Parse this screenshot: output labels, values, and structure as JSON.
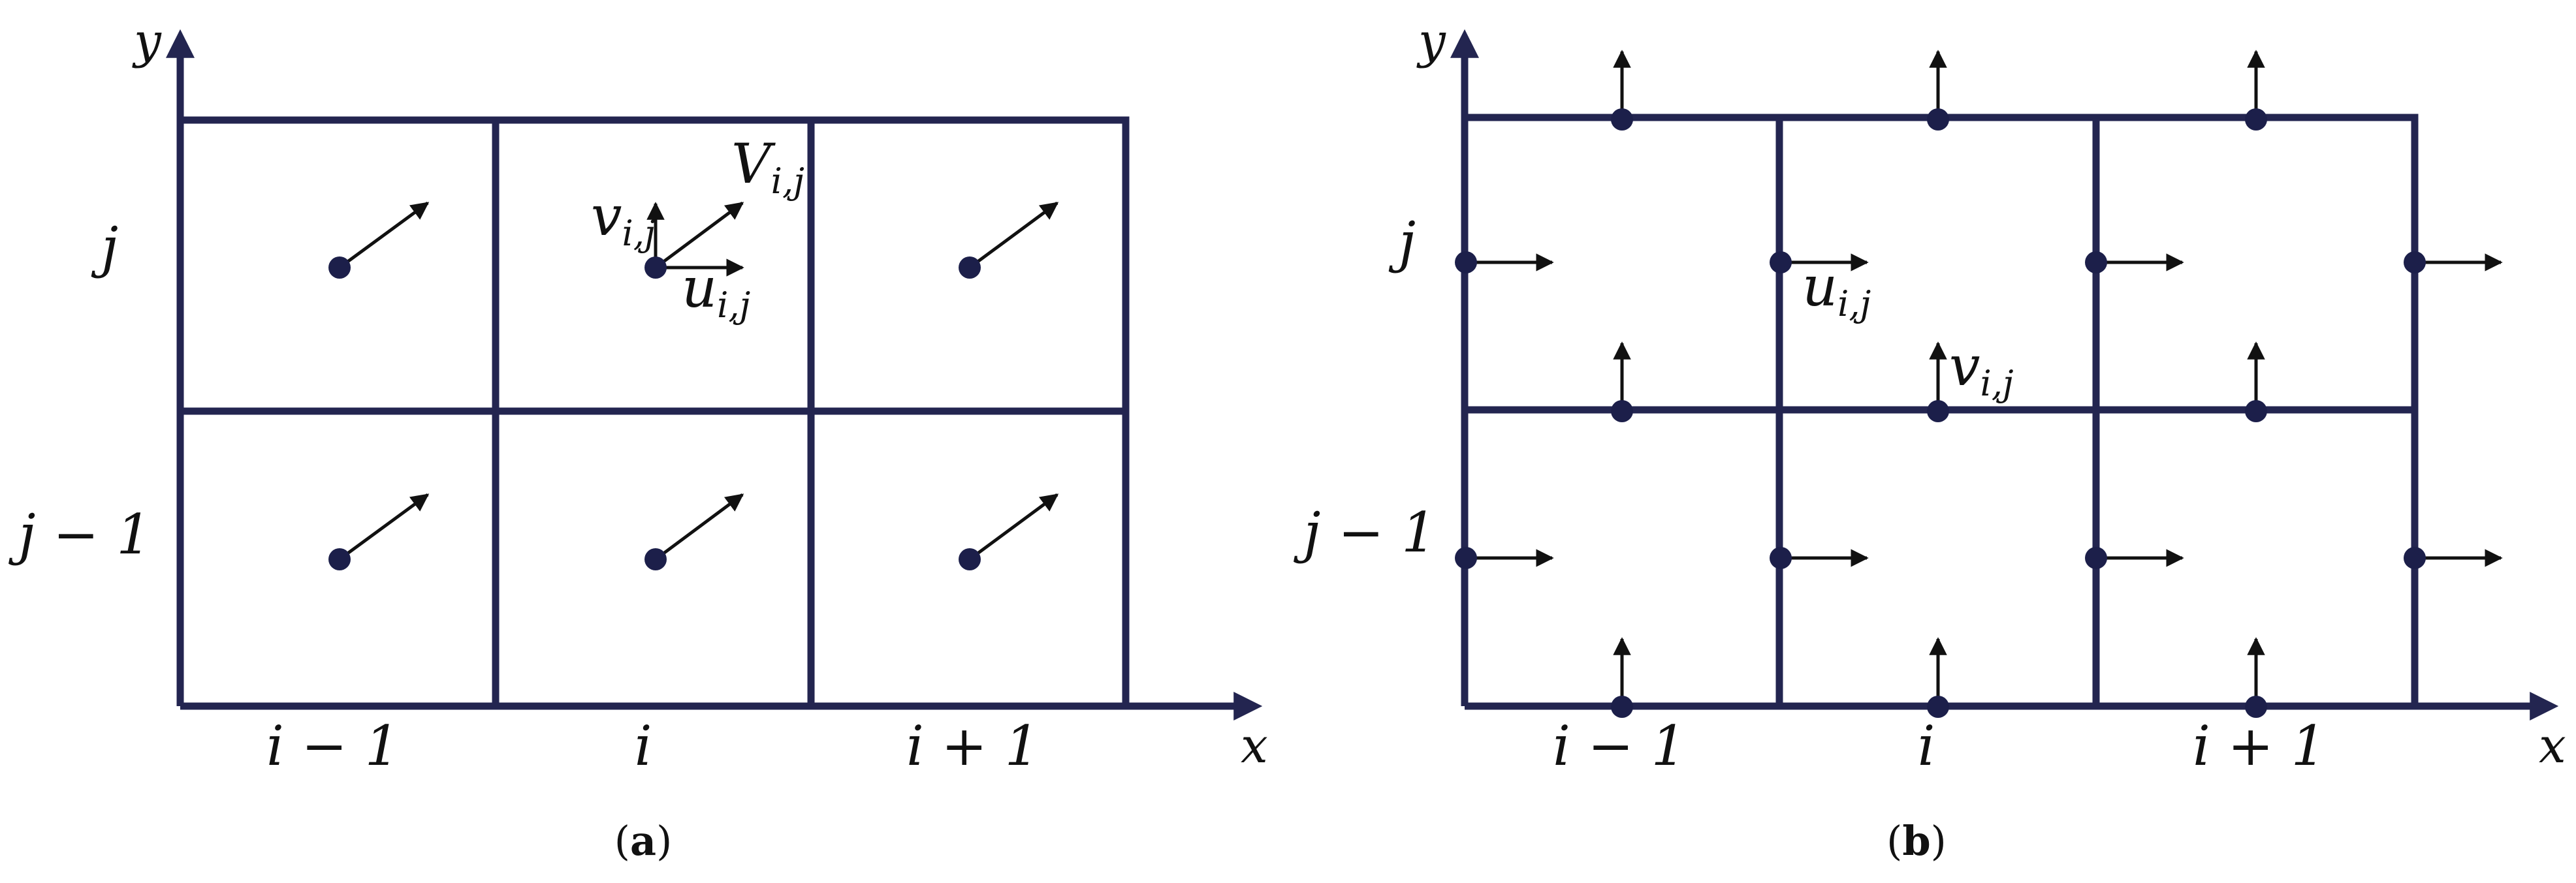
{
  "panels": [
    {
      "id": "a",
      "caption_open": "(",
      "caption_letter": "a",
      "caption_close": ")",
      "x_axis": "x",
      "y_axis": "y",
      "col_labels": [
        "i − 1",
        "i",
        "i + 1"
      ],
      "row_labels": [
        "j",
        "j − 1"
      ],
      "vector_labels": {
        "total": "V",
        "u": "u",
        "v": "v",
        "subscript": "i,j"
      }
    },
    {
      "id": "b",
      "caption_open": "(",
      "caption_letter": "b",
      "caption_close": ")",
      "x_axis": "x",
      "y_axis": "y",
      "col_labels": [
        "i − 1",
        "i",
        "i + 1"
      ],
      "row_labels": [
        "j",
        "j − 1"
      ],
      "vector_labels": {
        "u": "u",
        "v": "v",
        "subscript": "i,j"
      }
    }
  ],
  "colors": {
    "grid": "#232550",
    "dot": "#1c1f4a",
    "arrow": "#111111"
  }
}
